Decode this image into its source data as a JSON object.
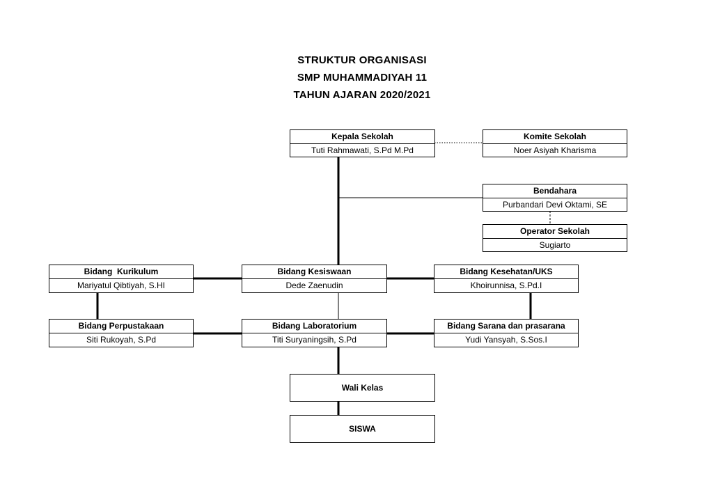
{
  "title": {
    "line1": "STRUKTUR ORGANISASI",
    "line2": "SMP MUHAMMADIYAH 11",
    "line3": "TAHUN AJARAN 2020/2021"
  },
  "nodes": {
    "kepala": {
      "role": "Kepala Sekolah",
      "name": "Tuti Rahmawati, S.Pd M.Pd"
    },
    "komite": {
      "role": "Komite Sekolah",
      "name": "Noer Asiyah Kharisma"
    },
    "bendahara": {
      "role": "Bendahara",
      "name": "Purbandari Devi Oktami, SE"
    },
    "operator": {
      "role": "Operator Sekolah",
      "name": "Sugiarto"
    },
    "kurikulum": {
      "role": "Bidang  Kurikulum",
      "name": "Mariyatul Qibtiyah, S.HI"
    },
    "kesiswaan": {
      "role": "Bidang Kesiswaan",
      "name": "Dede Zaenudin"
    },
    "kesehatan": {
      "role": "Bidang Kesehatan/UKS",
      "name": "Khoirunnisa, S.Pd.I"
    },
    "perpustakaan": {
      "role": "Bidang Perpustakaan",
      "name": "Siti Rukoyah, S.Pd"
    },
    "laboratorium": {
      "role": "Bidang Laboratorium",
      "name": "Titi Suryaningsih, S.Pd"
    },
    "sarana": {
      "role": "Bidang Sarana dan prasarana",
      "name": "Yudi Yansyah, S.Sos.I"
    },
    "walikelas": {
      "role": "Wali Kelas"
    },
    "siswa": {
      "role": "SISWA"
    }
  }
}
